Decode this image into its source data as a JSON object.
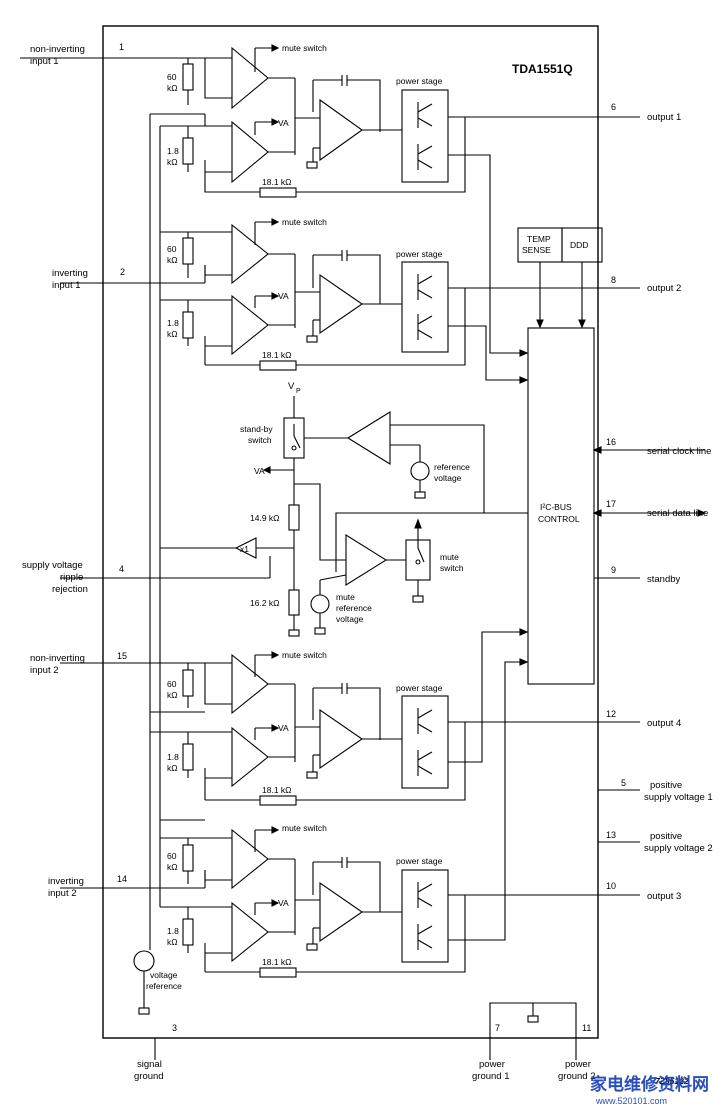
{
  "chip_title": "TDA1551Q",
  "watermark_code": "7Z85122",
  "watermark_site": "家电维修资料网",
  "watermark_url": "www.520101.com",
  "pins": {
    "p1": "1",
    "p2": "2",
    "p3": "3",
    "p4": "4",
    "p5": "5",
    "p6": "6",
    "p7": "7",
    "p8": "8",
    "p9": "9",
    "p10": "10",
    "p11": "11",
    "p12": "12",
    "p13": "13",
    "p14": "14",
    "p15": "15",
    "p16": "16",
    "p17": "17"
  },
  "left_labels": {
    "ni1": [
      "non-inverting",
      "input 1"
    ],
    "inv1": [
      "inverting",
      "input 1"
    ],
    "svrr": [
      "supply voltage",
      "ripple",
      "rejection"
    ],
    "ni2": [
      "non-inverting",
      "input 2"
    ],
    "inv2": [
      "inverting",
      "input 2"
    ],
    "sig_gnd": [
      "signal",
      "ground"
    ]
  },
  "right_labels": {
    "out1": "output 1",
    "out2": "output 2",
    "scl": "serial clock line",
    "sda": "serial data line",
    "standby": "standby",
    "out4": "output 4",
    "psv1": [
      "positive",
      "supply voltage 1"
    ],
    "psv2": [
      "positive",
      "supply voltage 2"
    ],
    "out3": "output 3"
  },
  "bottom_labels": {
    "pg1": [
      "power",
      "ground 1"
    ],
    "pg2": [
      "power",
      "ground 2"
    ]
  },
  "components": {
    "mute_switch": "mute switch",
    "power_stage": "power stage",
    "va": "VA",
    "r60": [
      "60",
      "kΩ"
    ],
    "r18": [
      "1.8",
      "kΩ"
    ],
    "r181": "18.1 kΩ",
    "temp_sense": [
      "TEMP",
      "SENSE"
    ],
    "ddd": "DDD",
    "vp": "V",
    "vp_sub": "P",
    "standby_switch": [
      "stand-by",
      "switch"
    ],
    "ref_voltage": [
      "reference",
      "voltage"
    ],
    "r149": "14.9 kΩ",
    "r162": "16.2 kΩ",
    "x1": "x1",
    "mute_ref": [
      "mute",
      "reference",
      "voltage"
    ],
    "mute_sw2": [
      "mute",
      "switch"
    ],
    "i2c": [
      "I²C-BUS",
      "CONTROL"
    ],
    "volt_ref": [
      "voltage",
      "reference"
    ]
  }
}
